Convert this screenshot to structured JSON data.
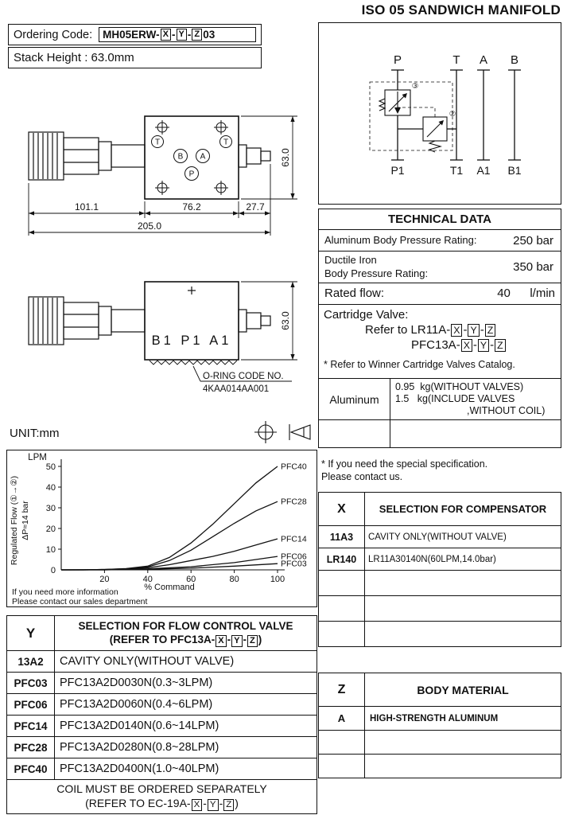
{
  "page_title": "ISO 05 SANDWICH MANIFOLD",
  "ordering": {
    "label": "Ordering Code:",
    "code_parts": [
      {
        "t": "MH05ERW-"
      },
      {
        "b": "X"
      },
      {
        "t": "-"
      },
      {
        "b": "Y"
      },
      {
        "t": "-"
      },
      {
        "b": "Z"
      },
      {
        "t": "03"
      }
    ],
    "stack_height": "Stack Height : 63.0mm"
  },
  "drawing_top": {
    "dim_width_left": "101.1",
    "dim_width_body": "76.2",
    "dim_width_right": "27.7",
    "dim_width_total": "205.0",
    "dim_height": "63.0",
    "port_labels": [
      "T",
      "B",
      "A",
      "T",
      "P"
    ]
  },
  "drawing_front": {
    "ports_text": "B1 P1 A1",
    "dim_height": "63.0",
    "oring_line1": "O-RING CODE NO.",
    "oring_line2": "4KAA014AA001"
  },
  "unit_label": "UNIT:mm",
  "schematic": {
    "top_ports": [
      "P",
      "T",
      "A",
      "B"
    ],
    "bottom_ports": [
      "P1",
      "T1",
      "A1",
      "B1"
    ],
    "label_3": "③",
    "label_2": "②"
  },
  "technical": {
    "title": "TECHNICAL DATA",
    "row1_label": "Aluminum Body Pressure Rating:",
    "row1_value": "250 bar",
    "row2_label1": "Ductile Iron",
    "row2_label2": "Body Pressure Rating:",
    "row2_value": "350 bar",
    "row3_label": "Rated flow:",
    "row3_value": "40",
    "row3_unit": "l/min",
    "cartridge_title": "Cartridge Valve:",
    "cartridge_refer1": [
      {
        "t": "Refer to LR11A-"
      },
      {
        "b": "X"
      },
      {
        "t": "-"
      },
      {
        "b": "Y"
      },
      {
        "t": "-"
      },
      {
        "b": "Z"
      }
    ],
    "cartridge_refer2": [
      {
        "t": "PFC13A-"
      },
      {
        "b": "X"
      },
      {
        "t": "-"
      },
      {
        "b": "Y"
      },
      {
        "t": "-"
      },
      {
        "b": "Z"
      }
    ],
    "note_catalog": "* Refer to Winner Cartridge Valves Catalog.",
    "weight_material": "Aluminum",
    "weight_line1": "0.95  kg(WITHOUT VALVES)",
    "weight_line2": "1.5   kg(INCLUDE VALVES",
    "weight_line3": ",WITHOUT COIL)",
    "note_special1": "* If you need the special specification.",
    "note_special2": "Please contact us."
  },
  "chart_data": {
    "type": "line",
    "y_unit_label": "LPM",
    "ylabel_line1": "Regulated Flow (①→②)",
    "ylabel_line2": "ΔP≈14 bar",
    "xlabel": "% Command",
    "xlim": [
      0,
      100
    ],
    "ylim": [
      0,
      50
    ],
    "x_ticks": [
      20,
      40,
      60,
      80,
      100
    ],
    "y_ticks": [
      0,
      10,
      20,
      30,
      40,
      50
    ],
    "grid": false,
    "legend_position": "right-end-of-curve",
    "series": [
      {
        "name": "PFC40",
        "x": [
          0,
          10,
          20,
          30,
          40,
          50,
          60,
          70,
          80,
          90,
          100
        ],
        "y": [
          0,
          0,
          0.2,
          0.6,
          1.8,
          6,
          13,
          22,
          32,
          42,
          50
        ]
      },
      {
        "name": "PFC28",
        "x": [
          0,
          10,
          20,
          30,
          40,
          50,
          60,
          70,
          80,
          90,
          100
        ],
        "y": [
          0,
          0,
          0.2,
          0.5,
          1.4,
          4.5,
          9.5,
          16,
          22.5,
          28.5,
          33
        ]
      },
      {
        "name": "PFC14",
        "x": [
          0,
          20,
          30,
          40,
          50,
          60,
          70,
          80,
          90,
          100
        ],
        "y": [
          0,
          0.1,
          0.3,
          1,
          2.5,
          4.5,
          6.5,
          9,
          12,
          15
        ]
      },
      {
        "name": "PFC06",
        "x": [
          0,
          20,
          40,
          60,
          80,
          100
        ],
        "y": [
          0,
          0,
          0.5,
          1.5,
          3.5,
          6.5
        ]
      },
      {
        "name": "PFC03",
        "x": [
          0,
          20,
          40,
          60,
          80,
          100
        ],
        "y": [
          0,
          0,
          0.3,
          0.8,
          1.8,
          3
        ]
      }
    ],
    "note_line1": "If you need more information",
    "note_line2": "Please contact our sales department"
  },
  "x_table": {
    "header_key": "X",
    "header_label": "SELECTION FOR COMPENSATOR",
    "rows": [
      {
        "key": "11A3",
        "value": "CAVITY ONLY(WITHOUT VALVE)"
      },
      {
        "key": "LR140",
        "value": "LR11A30140N(60LPM,14.0bar)"
      }
    ]
  },
  "y_table": {
    "header_key": "Y",
    "header_label1": "SELECTION FOR FLOW CONTROL VALVE",
    "header_label2_parts": [
      {
        "t": "(REFER TO PFC13A-"
      },
      {
        "b": "X"
      },
      {
        "t": "-"
      },
      {
        "b": "Y"
      },
      {
        "t": "-"
      },
      {
        "b": "Z"
      },
      {
        "t": ")"
      }
    ],
    "rows": [
      {
        "key": "13A2",
        "value": "CAVITY ONLY(WITHOUT VALVE)"
      },
      {
        "key": "PFC03",
        "value": "PFC13A2D0030N(0.3~3LPM)"
      },
      {
        "key": "PFC06",
        "value": "PFC13A2D0060N(0.4~6LPM)"
      },
      {
        "key": "PFC14",
        "value": "PFC13A2D0140N(0.6~14LPM)"
      },
      {
        "key": "PFC28",
        "value": "PFC13A2D0280N(0.8~28LPM)"
      },
      {
        "key": "PFC40",
        "value": "PFC13A2D0400N(1.0~40LPM)"
      }
    ],
    "footer_line1": "COIL MUST BE ORDERED SEPARATELY",
    "footer_line2_parts": [
      {
        "t": "(REFER TO EC-19A-"
      },
      {
        "b": "X"
      },
      {
        "t": "-"
      },
      {
        "b": "Y"
      },
      {
        "t": "-"
      },
      {
        "b": "Z"
      },
      {
        "t": ")"
      }
    ]
  },
  "z_table": {
    "header_key": "Z",
    "header_label": "BODY MATERIAL",
    "rows": [
      {
        "key": "A",
        "value": "HIGH-STRENGTH ALUMINUM"
      }
    ]
  }
}
